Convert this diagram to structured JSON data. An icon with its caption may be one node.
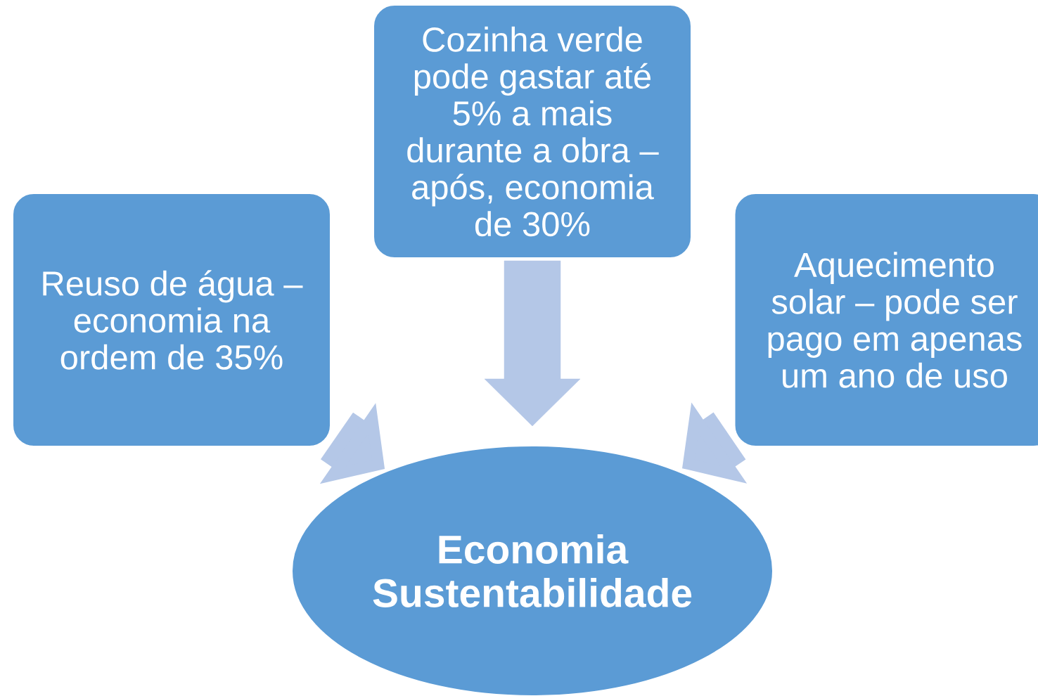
{
  "diagram": {
    "nodes": [
      {
        "text": [
          "Reuso de água – economia na ordem de 35%"
        ]
      },
      {
        "text": [
          "Cozinha verde pode gastar até 5% a mais durante a obra – após, economia de 30%"
        ]
      },
      {
        "text": [
          "Aquecimento solar – pode ser pago em apenas um ano de uso"
        ]
      },
      {
        "text": [
          "Economia Sustentabilidade"
        ]
      }
    ],
    "edges": [
      {
        "from": 0,
        "to": 3,
        "arrow": "to"
      },
      {
        "from": 1,
        "to": 3,
        "arrow": "to"
      },
      {
        "from": 2,
        "to": 3,
        "arrow": "to"
      }
    ]
  }
}
